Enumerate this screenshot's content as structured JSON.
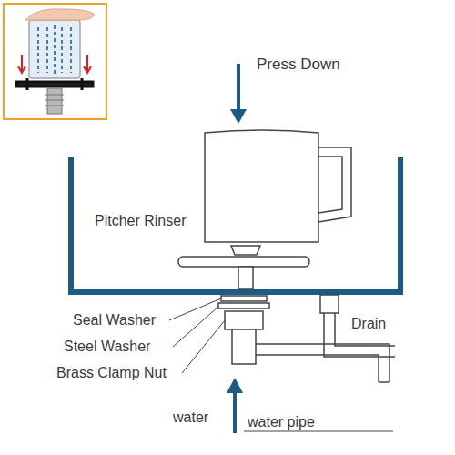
{
  "diagram": {
    "labels": [
      "Press Down",
      "Pitcher Rinser",
      "Seal Washer",
      "Steel Washer",
      "Brass Clamp Nut",
      "Drain",
      "water",
      "water pipe"
    ]
  }
}
